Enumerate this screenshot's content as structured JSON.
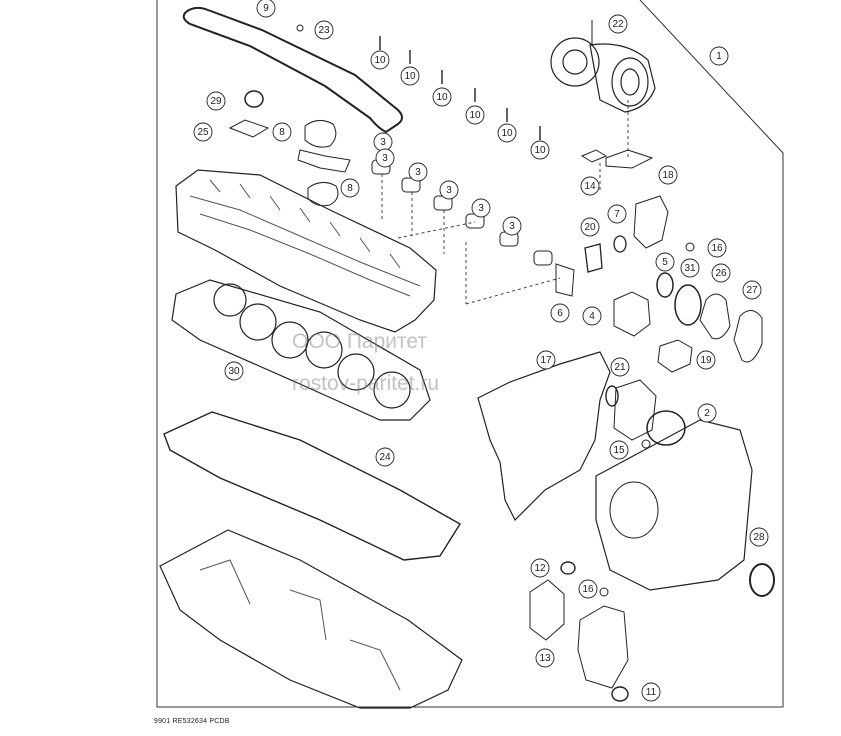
{
  "diagram": {
    "callouts": [
      "9",
      "23",
      "10",
      "10",
      "10",
      "10",
      "10",
      "10",
      "22",
      "1",
      "29",
      "25",
      "8",
      "3",
      "3",
      "3",
      "3",
      "3",
      "3",
      "8",
      "18",
      "14",
      "20",
      "7",
      "16",
      "5",
      "31",
      "26",
      "27",
      "4",
      "6",
      "19",
      "30",
      "17",
      "21",
      "2",
      "15",
      "24",
      "28",
      "12",
      "16",
      "13",
      "11"
    ],
    "footer": "9901  RE532634  PCDB",
    "watermark_company": "ООО Паритет",
    "watermark_site": "rostov-paritet.ru"
  }
}
